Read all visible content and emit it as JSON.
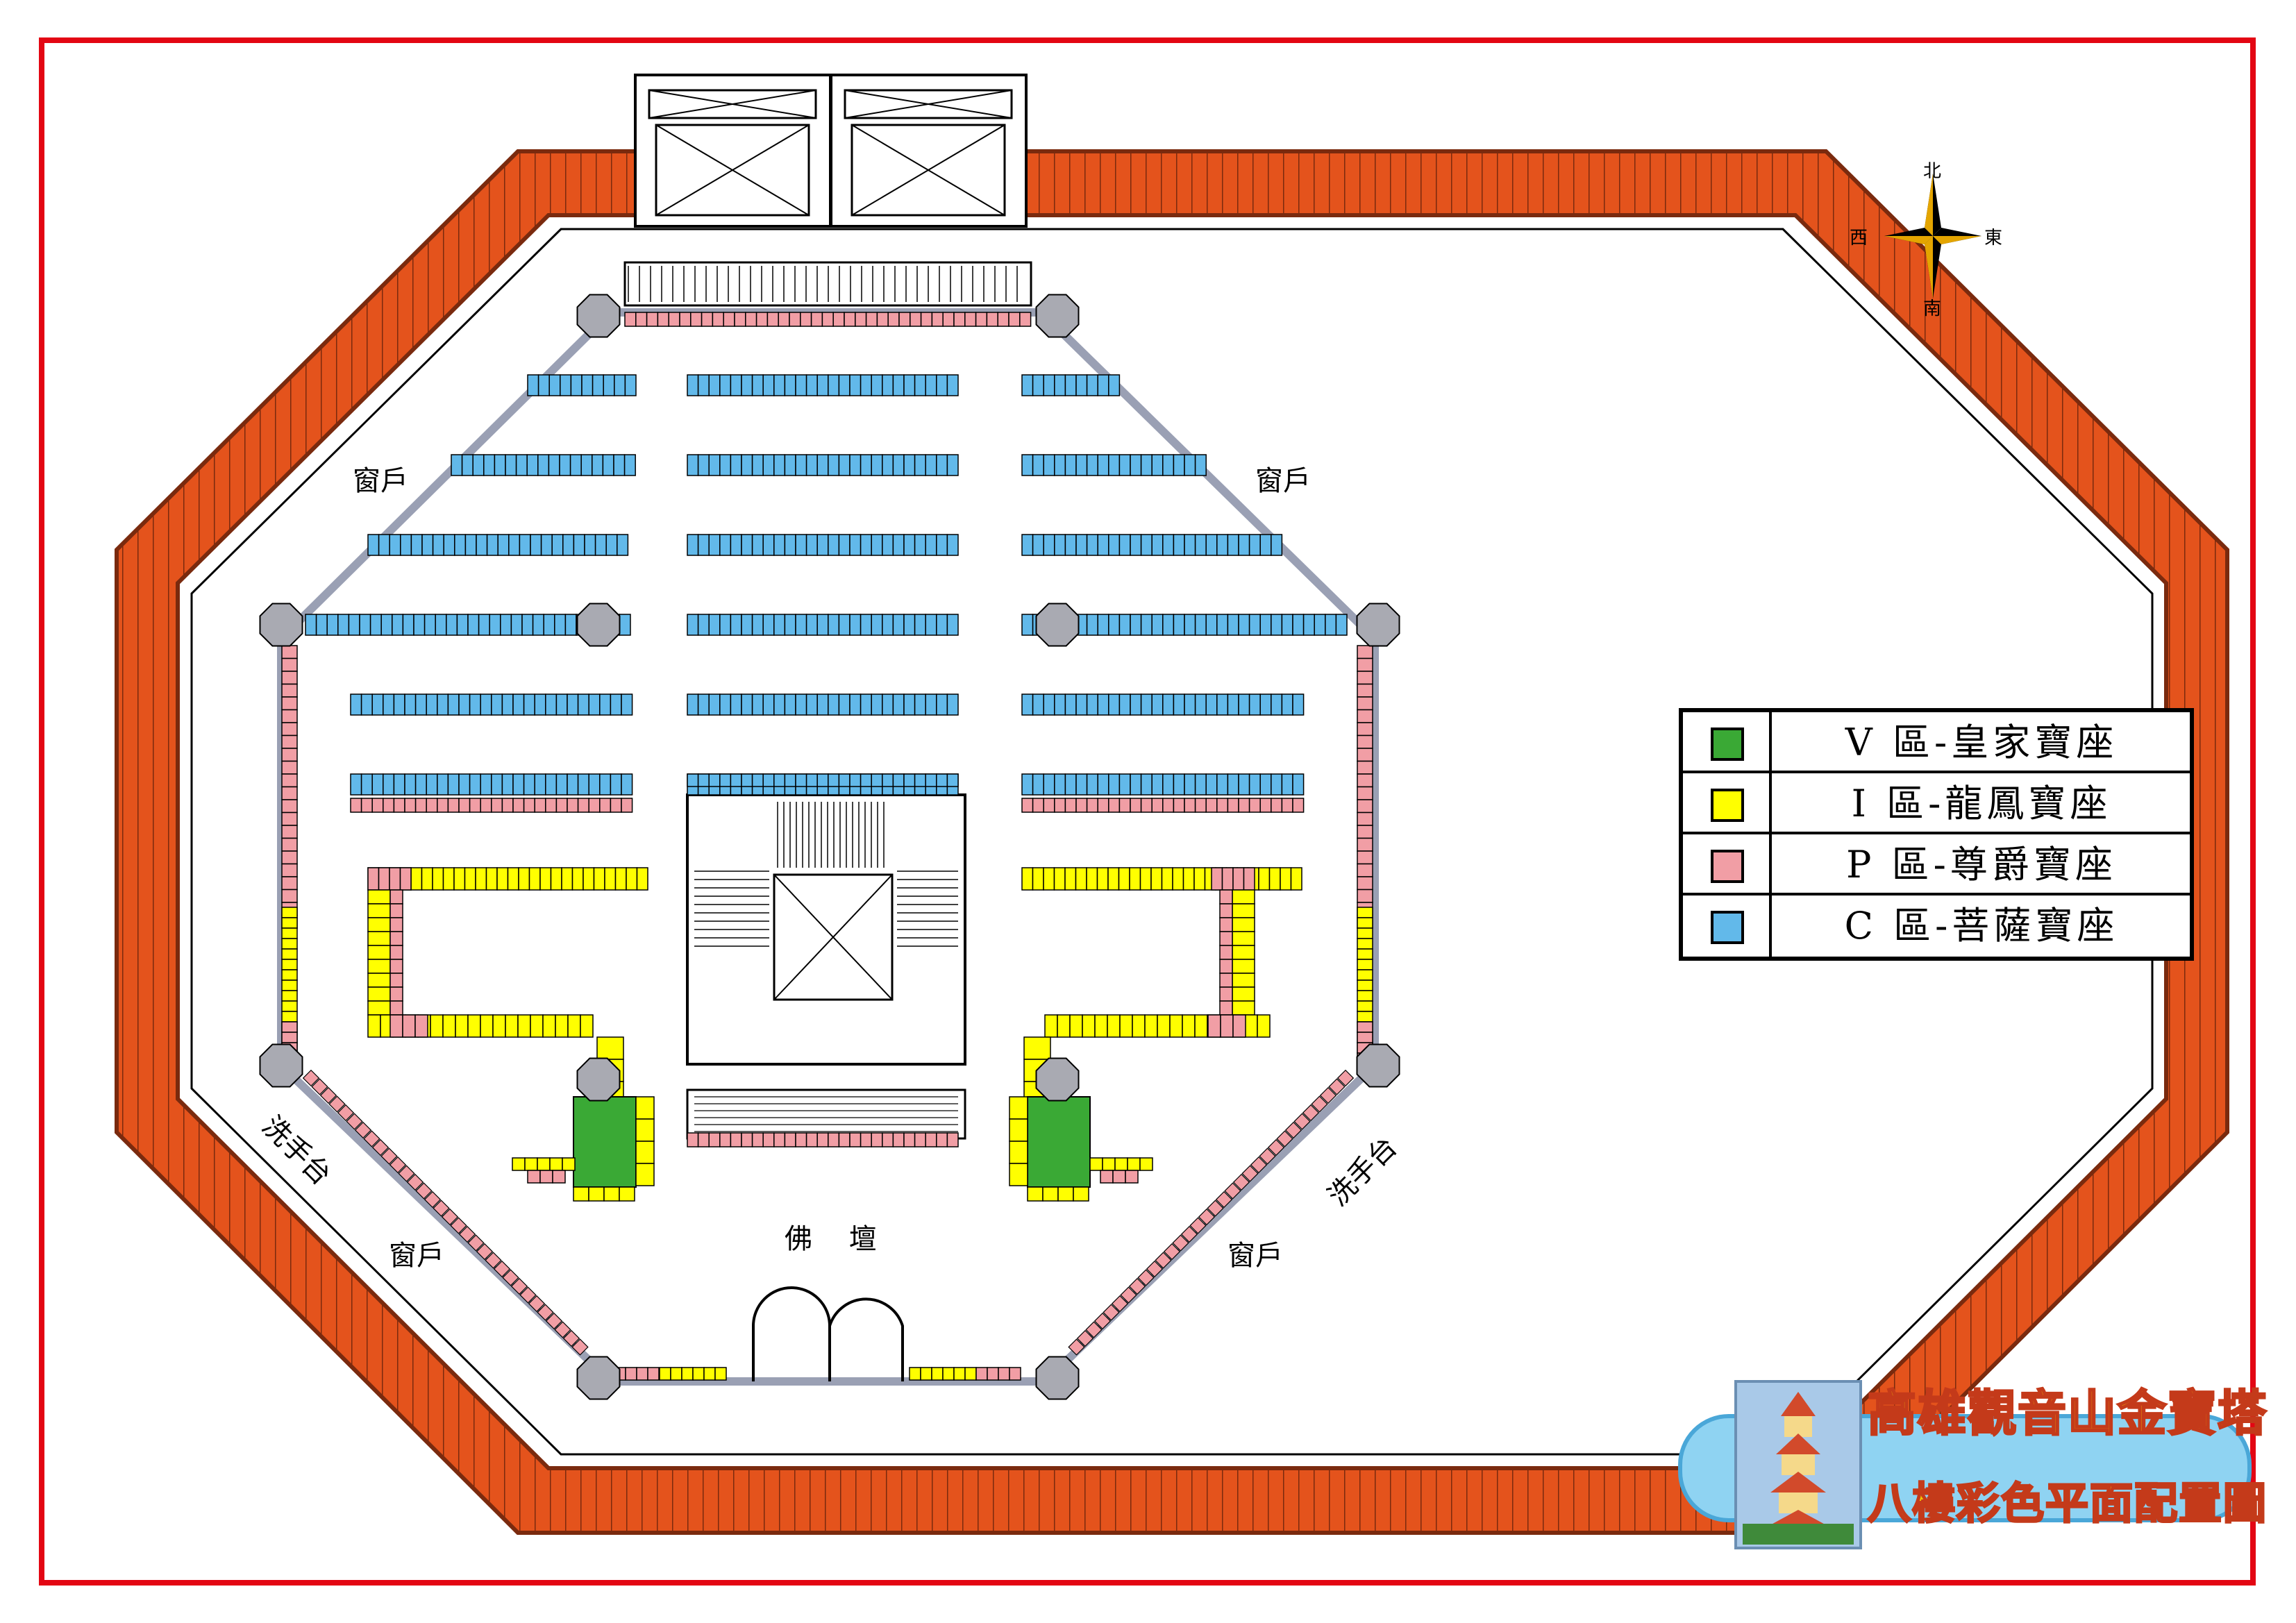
{
  "legend": {
    "items": [
      {
        "label": "V 區-皇家寶座",
        "color": "#3aa935"
      },
      {
        "label": "I 區-龍鳳寶座",
        "color": "#ffff00"
      },
      {
        "label": "P 區-尊爵寶座",
        "color": "#f19ea5"
      },
      {
        "label": "C 區-菩薩寶座",
        "color": "#62b9ea"
      }
    ]
  },
  "compass": {
    "north": "北",
    "south": "南",
    "east": "東",
    "west": "西"
  },
  "labels": {
    "window_nw": "窗戶",
    "window_ne": "窗戶",
    "window_sw": "窗戶",
    "window_se": "窗戶",
    "washbasin_w": "洗手台",
    "washbasin_e": "洗手台",
    "altar": "佛 壇"
  },
  "title": {
    "main": "高雄觀音山金寶塔",
    "sub": "八樓彩色平面配置圖"
  },
  "colors": {
    "border_red": "#e30613",
    "roof_orange": "#e4531c",
    "roof_line": "#7a2a0e",
    "wall_gray": "#9aa0b4",
    "pillar_gray": "#a9aab2",
    "vip_green": "#3aa935",
    "dragon_yellow": "#ffff00",
    "noble_pink": "#f19ea5",
    "bodhi_blue": "#62b9ea"
  }
}
